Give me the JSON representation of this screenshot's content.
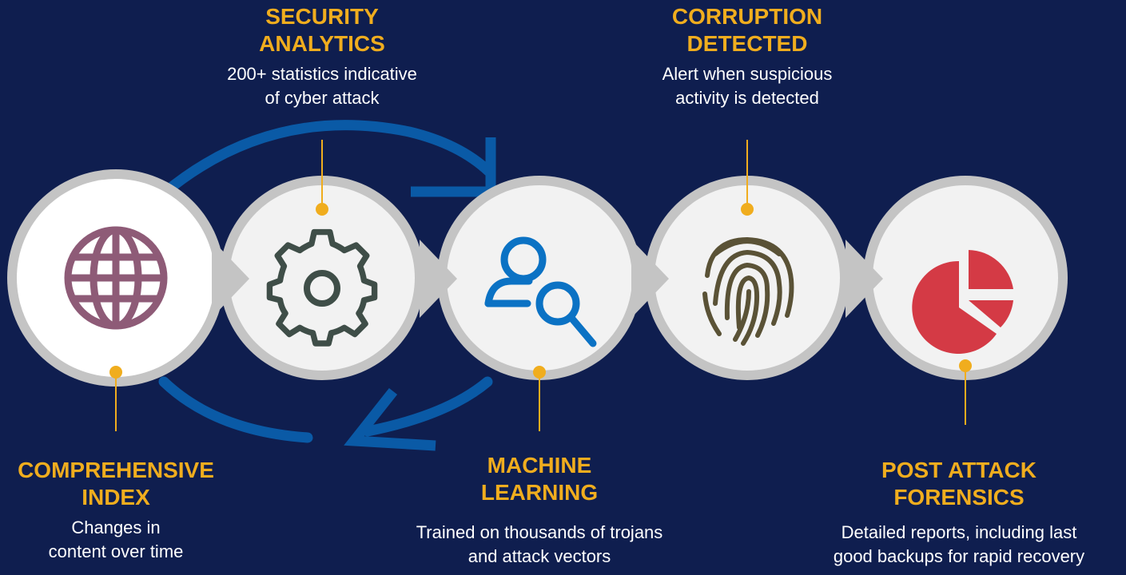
{
  "colors": {
    "background": "#0f1e4f",
    "accent": "#f0ad1e",
    "arrow": "#0a5aa6",
    "circle_ring": "#bfbfbf",
    "circle_fill": "#f2f2f2"
  },
  "steps": [
    {
      "title": "COMPREHENSIVE\nINDEX",
      "desc": "Changes in\ncontent over time",
      "icon": "globe-icon",
      "icon_color": "#8e5b77"
    },
    {
      "title": "SECURITY\nANALYTICS",
      "desc": "200+ statistics indicative\nof cyber attack",
      "icon": "gear-icon",
      "icon_color": "#3f4e48"
    },
    {
      "title": "MACHINE\nLEARNING",
      "desc": "Trained on thousands of trojans\nand attack vectors",
      "icon": "user-search-icon",
      "icon_color": "#0b72c4"
    },
    {
      "title": "CORRUPTION\nDETECTED",
      "desc": "Alert when suspicious\nactivity is detected",
      "icon": "fingerprint-icon",
      "icon_color": "#5a5236"
    },
    {
      "title": "POST ATTACK\nFORENSICS",
      "desc": "Detailed reports, including last\ngood backups for rapid recovery",
      "icon": "pie-chart-icon",
      "icon_color": "#d43a45"
    }
  ]
}
